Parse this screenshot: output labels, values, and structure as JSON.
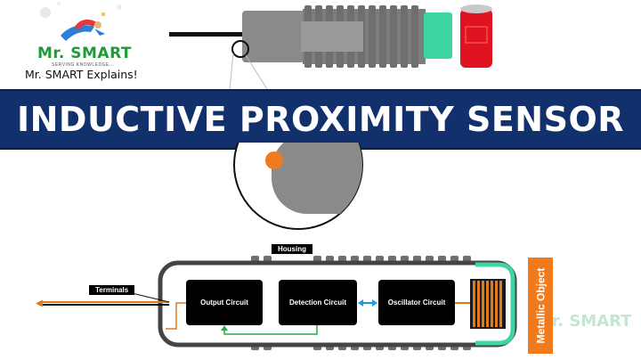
{
  "logo": {
    "brand": "Mr. SMART",
    "tagline": "SERVING KNOWLEDGE...",
    "caption": "Mr. SMART Explains!"
  },
  "banner": {
    "title": "INDUCTIVE PROXIMITY SENSOR"
  },
  "diagram": {
    "housing_label": "Housing",
    "terminals_label": "Terminals",
    "output_circuit": "Output Circuit",
    "detection_circuit": "Detection Circuit",
    "oscillator_circuit": "Oscillator Circuit",
    "metallic_object": "Metallic Object"
  },
  "watermark": {
    "text": "Mr. SMART"
  },
  "colors": {
    "banner": "#12306b",
    "sensor_body": "#8a8a8a",
    "sensor_face": "#3dd6a3",
    "can": "#e01420",
    "metal_label": "#f07a1c",
    "coil": "#e07a1c",
    "arrow": "#1a9be0",
    "feedback": "#2aa84a"
  },
  "icons": [
    "superhero-logo-icon",
    "gear-icon",
    "lightbulb-icon",
    "soda-can-icon",
    "magnifier-circle-icon",
    "coil-icon"
  ]
}
